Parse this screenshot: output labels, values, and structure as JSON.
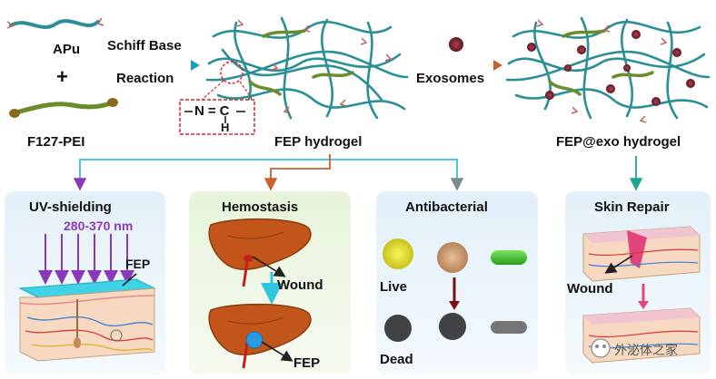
{
  "top": {
    "apu_label": "APu",
    "plus_sign": "+",
    "f127_label": "F127-PEI",
    "reaction_line1": "Schiff Base",
    "reaction_line2": "Reaction",
    "imine_bond_label": "N=C",
    "imine_h_label": "H",
    "fep_hydrogel_label": "FEP hydrogel",
    "exosomes_label": "Exosomes",
    "fep_exo_label": "FEP@exo hydrogel"
  },
  "panels": {
    "uv": {
      "title": "UV-shielding",
      "wavelength": "280-370 nm",
      "fep": "FEP"
    },
    "hemostasis": {
      "title": "Hemostasis",
      "wound": "Wound",
      "fep": "FEP"
    },
    "antibacterial": {
      "title": "Antibacterial",
      "live": "Live",
      "dead": "Dead"
    },
    "skin": {
      "title": "Skin Repair",
      "wound": "Wound"
    }
  },
  "watermark": {
    "text": "外泌体之家"
  },
  "colors": {
    "polymer": "#2a8f96",
    "f127": "#6b8c2a",
    "exosome": "#7a1f2a",
    "uv_arrow": "#8a3ab9",
    "liver": "#c2561a",
    "connector_cyan": "#2fc4e0",
    "connector_orange": "#c8602a",
    "connector_teal": "#1ea58c"
  }
}
